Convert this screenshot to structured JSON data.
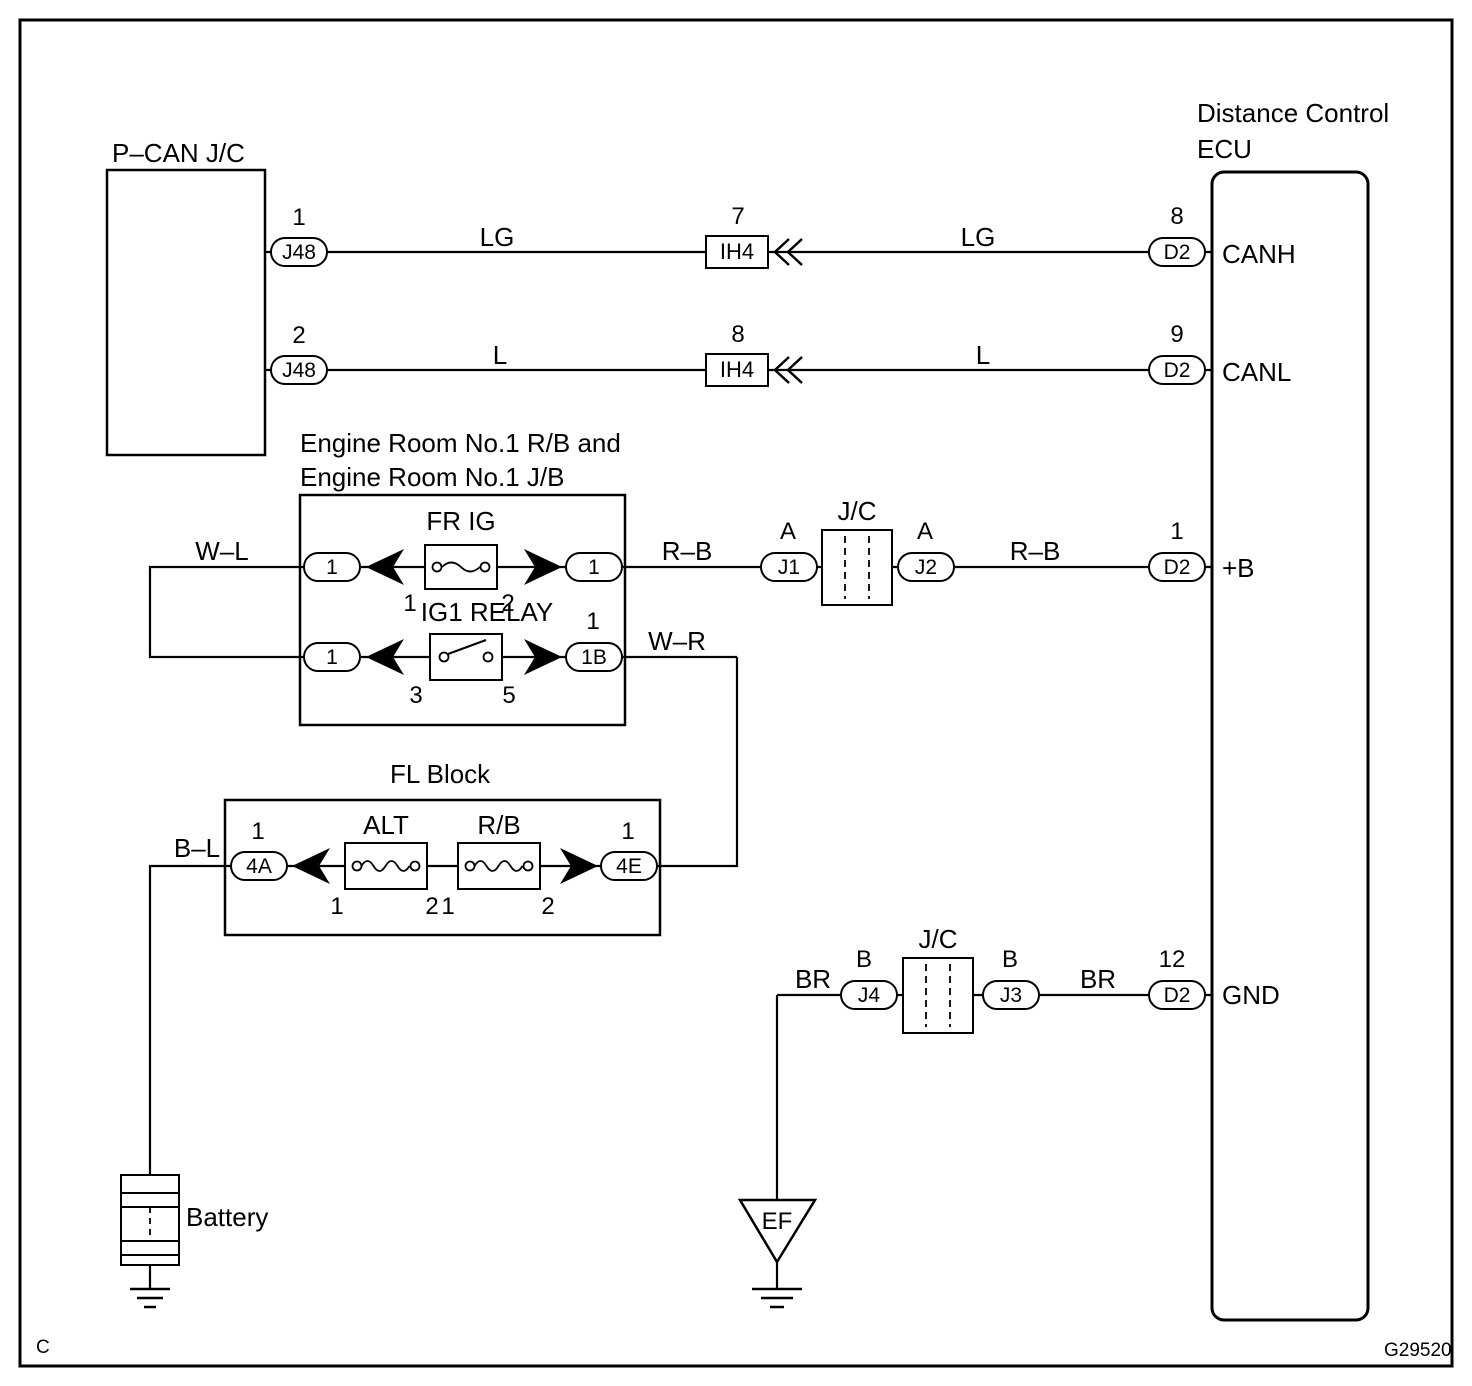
{
  "diagram": {
    "corner_mark": "C",
    "figure_ref": "G29520",
    "pcan_jc_title": "P–CAN J/C",
    "ecu": {
      "title_line1": "Distance Control",
      "title_line2": "ECU",
      "canh": "CANH",
      "canl": "CANL",
      "plus_b": "+B",
      "gnd": "GND"
    },
    "engine_room": {
      "title_line1": "Engine Room No.1 R/B and",
      "title_line2": "Engine Room No.1 J/B",
      "fr_ig_label": "FR IG",
      "fr_ig_pin_left": "1",
      "fr_ig_pin_right": "2",
      "ig1_relay_label": "IG1 RELAY",
      "ig1_pin_left": "3",
      "ig1_pin_right": "5"
    },
    "fl_block": {
      "title": "FL Block",
      "alt_label": "ALT",
      "alt_pin_left": "1",
      "alt_pin_right": "2",
      "rb_label": "R/B",
      "rb_pin_left": "1",
      "rb_pin_right": "2"
    },
    "junctions": {
      "top_label": "J/C",
      "bottom_label": "J/C"
    },
    "battery_label": "Battery",
    "ground_ef_label": "EF",
    "connectors": {
      "j48_canh": {
        "pin": "1",
        "name": "J48"
      },
      "j48_canl": {
        "pin": "2",
        "name": "J48"
      },
      "ih4_canh": {
        "pin": "7",
        "name": "IH4"
      },
      "ih4_canl": {
        "pin": "8",
        "name": "IH4"
      },
      "d2_canh": {
        "pin": "8",
        "name": "D2"
      },
      "d2_canl": {
        "pin": "9",
        "name": "D2"
      },
      "d2_plus_b": {
        "pin": "1",
        "name": "D2"
      },
      "d2_gnd": {
        "pin": "12",
        "name": "D2"
      },
      "j1": {
        "pin": "A",
        "name": "J1"
      },
      "j2": {
        "pin": "A",
        "name": "J2"
      },
      "j4": {
        "pin": "B",
        "name": "J4"
      },
      "j3": {
        "pin": "B",
        "name": "J3"
      },
      "er_frig_in": {
        "name": "1"
      },
      "er_frig_out": {
        "name": "1"
      },
      "er_ig1_in": {
        "name": "1"
      },
      "er_ig1_out": {
        "pin": "1",
        "name": "1B"
      },
      "fl_4a": {
        "pin": "1",
        "name": "4A"
      },
      "fl_4e": {
        "pin": "1",
        "name": "4E"
      }
    },
    "wires": {
      "canh_left": "LG",
      "canh_right": "LG",
      "canl_left": "L",
      "canl_right": "L",
      "plus_b_left": "R–B",
      "plus_b_right": "R–B",
      "ig_input": "W–L",
      "relay_output": "W–R",
      "battery_feed": "B–L",
      "gnd_left": "BR",
      "gnd_right": "BR"
    }
  }
}
